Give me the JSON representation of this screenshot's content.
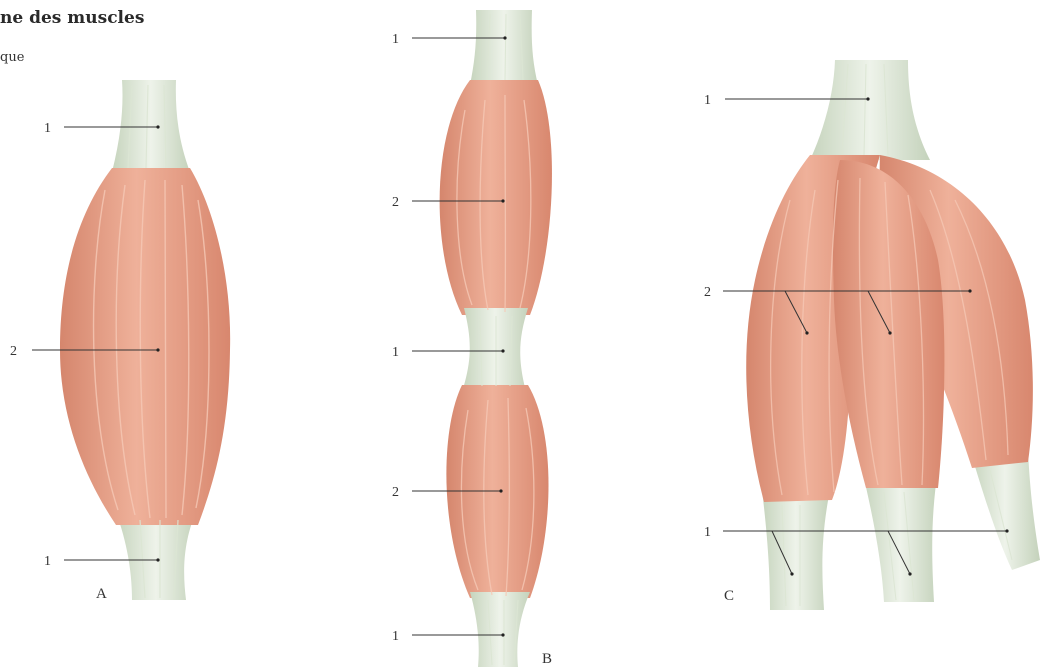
{
  "header": {
    "title": "ne des muscles",
    "subtitle": "que"
  },
  "labels": {
    "tendon": "1",
    "belly": "2"
  },
  "figures": {
    "a": "A",
    "b": "B",
    "c": "C"
  },
  "colors": {
    "muscle": "#e9a58c",
    "muscle_dark": "#d98b71",
    "tendon": "#dfe8d6",
    "tendon_dark": "#b9c9b0",
    "leader_line": "#333333"
  }
}
